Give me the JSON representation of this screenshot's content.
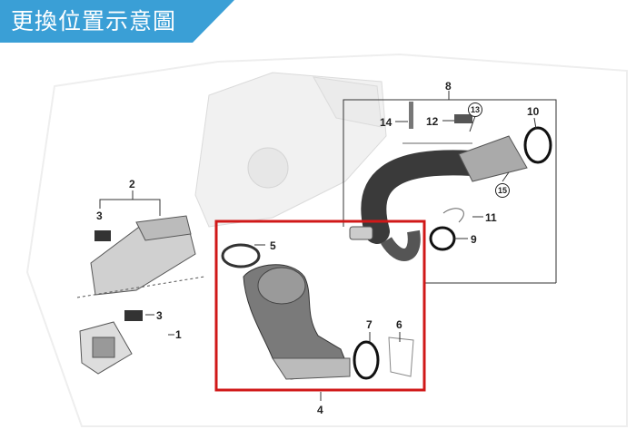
{
  "title": "更換位置示意圖",
  "colors": {
    "banner": "#3a9fd6",
    "highlight_box": "#d01818"
  },
  "labels": {
    "p1": "1",
    "p2": "2",
    "p3a": "3",
    "p3b": "3",
    "p4": "4",
    "p5": "5",
    "p6": "6",
    "p7": "7",
    "p8": "8",
    "p9": "9",
    "p10": "10",
    "p11": "11",
    "p12": "12",
    "p13": "13",
    "p14": "14",
    "p15": "15"
  }
}
